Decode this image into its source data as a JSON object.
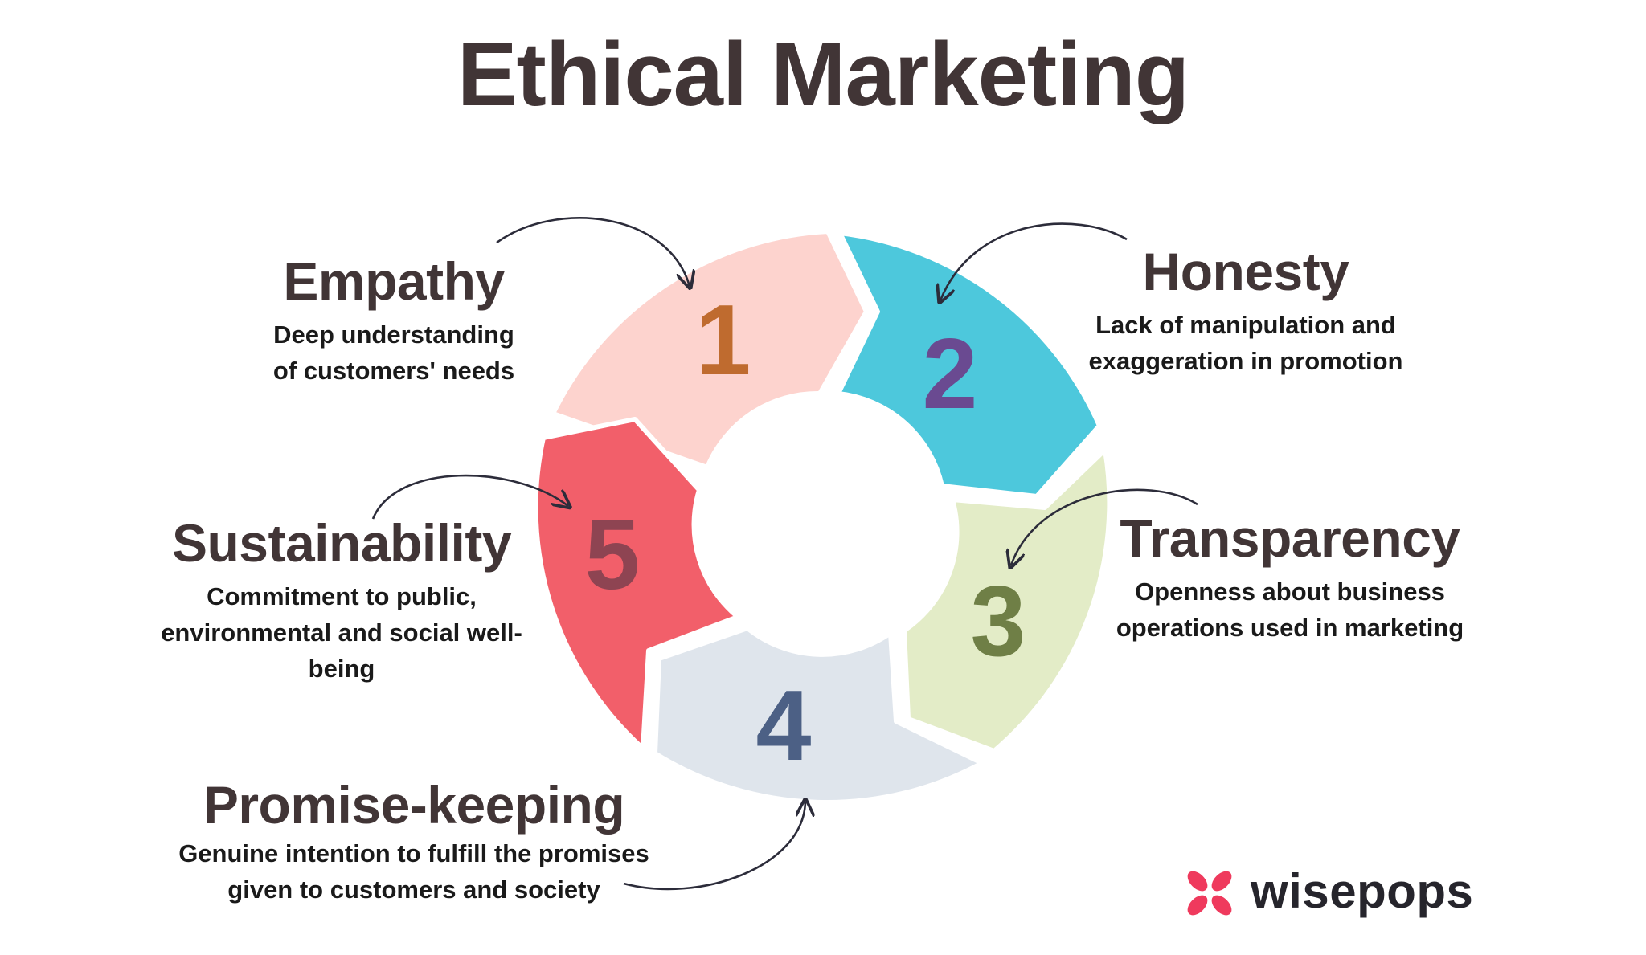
{
  "title": "Ethical Marketing",
  "steps": [
    {
      "number": "1",
      "heading": "Empathy",
      "lines": [
        "Deep understanding",
        "of customers' needs"
      ],
      "color": "#fdd3ce",
      "number_color": "#bf6b2f"
    },
    {
      "number": "2",
      "heading": "Honesty",
      "lines": [
        "Lack of manipulation and",
        "exaggeration in promotion"
      ],
      "color": "#4dc8dc",
      "number_color": "#6a4a91"
    },
    {
      "number": "3",
      "heading": "Transparency",
      "lines": [
        "Openness about business",
        "operations used in marketing"
      ],
      "color": "#e3ecc7",
      "number_color": "#6f7f46"
    },
    {
      "number": "4",
      "heading": "Promise-keeping",
      "lines": [
        "Genuine intention to fulfill the promises",
        "given to customers and society"
      ],
      "color": "#dfe5ec",
      "number_color": "#4c6085"
    },
    {
      "number": "5",
      "heading": "Sustainability",
      "lines": [
        "Commitment to public,",
        "environmental and social well-",
        "being"
      ],
      "color": "#f25f6a",
      "number_color": "#8e4452"
    }
  ],
  "logo": {
    "text": "wisepops",
    "mark_color": "#ef3a5d"
  }
}
